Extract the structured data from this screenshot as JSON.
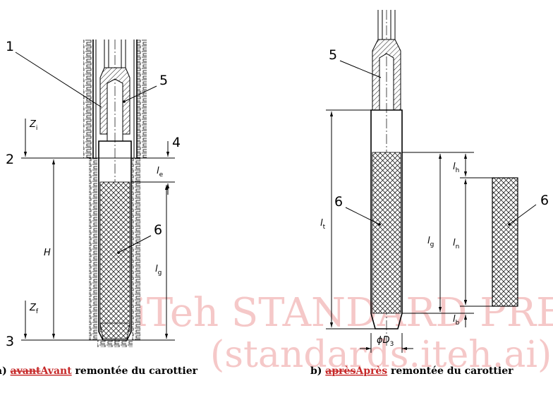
{
  "watermark": {
    "line1": "iTeh STANDARD PREVIEW",
    "line2": "(standards.iteh.ai)"
  },
  "figure_a": {
    "labels": {
      "item1": "1",
      "item5": "5",
      "item2": "2",
      "item4": "4",
      "item6": "6",
      "item3": "3"
    },
    "dims": {
      "zi": "Z",
      "zi_sub": "i",
      "zf": "Z",
      "zf_sub": "f",
      "le": "l",
      "le_sub": "e",
      "h": "H",
      "lg": "l",
      "lg_sub": "g"
    },
    "caption": {
      "prefix": "a)",
      "struck": "avant",
      "inserted": "Avant",
      "rest": " remontée du carottier"
    }
  },
  "figure_b": {
    "labels": {
      "item5": "5",
      "item6_left": "6",
      "item6_right": "6"
    },
    "dims": {
      "lt": "l",
      "lt_sub": "t",
      "lg": "l",
      "lg_sub": "g",
      "lh": "l",
      "lh_sub": "h",
      "ln": "l",
      "ln_sub": "n",
      "lb": "l",
      "lb_sub": "b",
      "d3": "ϕD",
      "d3_sub": "3"
    },
    "caption": {
      "prefix": "b)",
      "struck": "après",
      "inserted": "Après",
      "rest": " remontée du carottier"
    }
  }
}
